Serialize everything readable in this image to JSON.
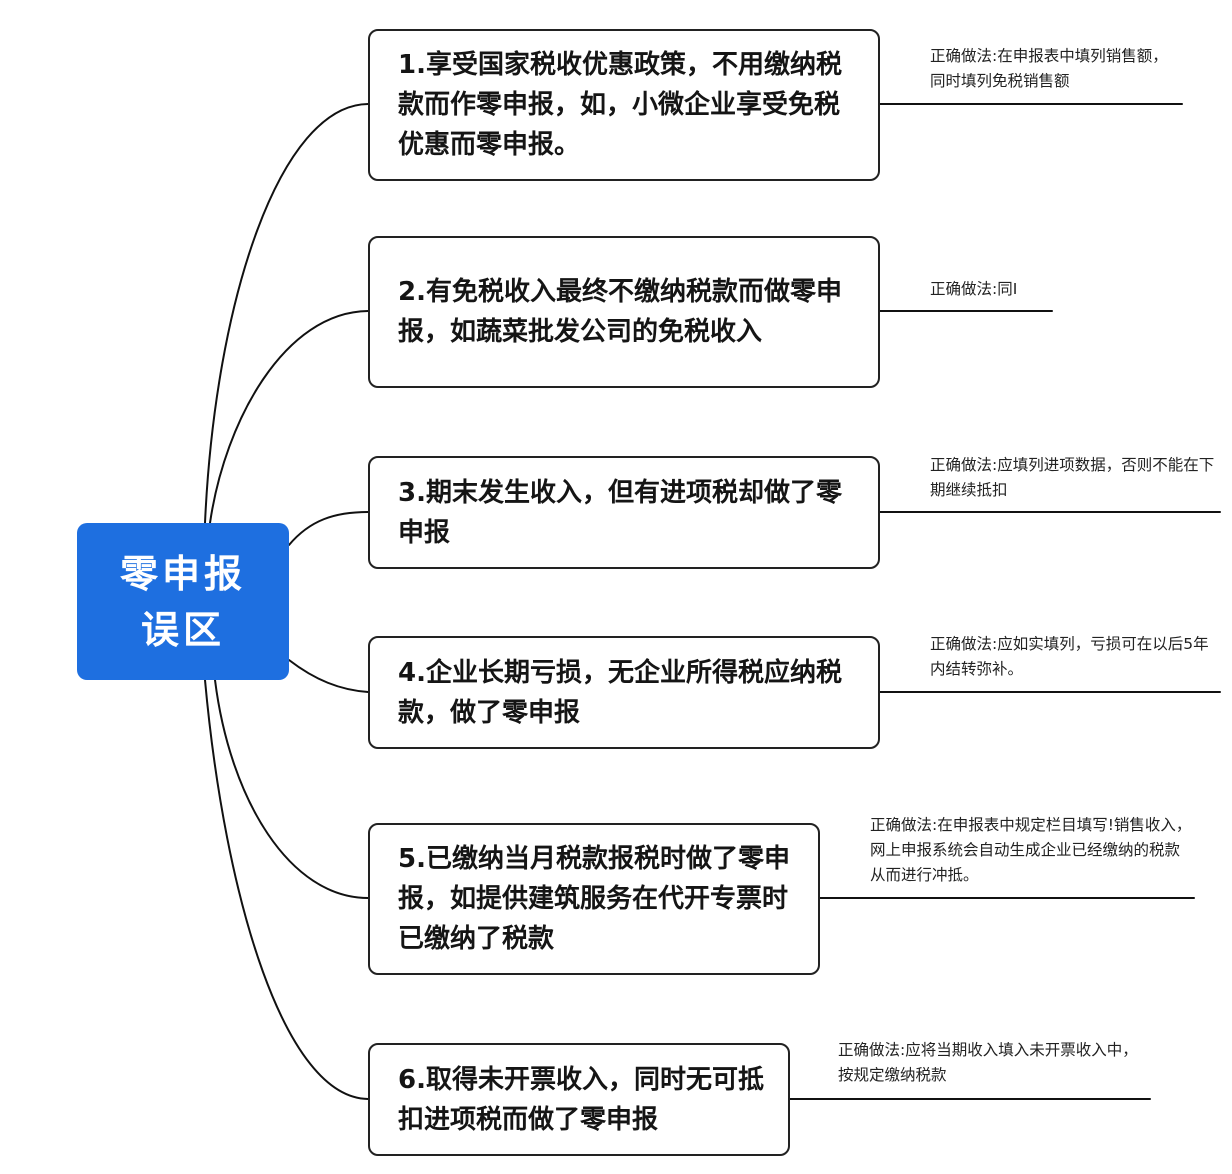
{
  "root": {
    "line1": "零申报",
    "line2": "误区"
  },
  "items": [
    {
      "text": "1.享受国家税收优惠政策，不用缴纳税款而作零申报，如，小微企业享受免税优惠而零申报。",
      "note": "正确做法:在申报表中填列销售额，同时填列免税销售额"
    },
    {
      "text": "2.有免税收入最终不缴纳税款而做零申报，如蔬菜批发公司的免税收入",
      "note": "正确做法:同I"
    },
    {
      "text": "3.期末发生收入，但有进项税却做了零申报",
      "note": "正确做法:应填列进项数据，否则不能在下期继续抵扣"
    },
    {
      "text": "4.企业长期亏损，无企业所得税应纳税款，做了零申报",
      "note": "正确做法:应如实填列，亏损可在以后5年内结转弥补。"
    },
    {
      "text": "5.已缴纳当月税款报税时做了零申报，如提供建筑服务在代开专票时已缴纳了税款",
      "note": "正确做法:在申报表中规定栏目填写!销售收入，网上申报系统会自动生成企业已经缴纳的税款从而进行冲抵。"
    },
    {
      "text": "6.取得未开票收入，同时无可抵扣进项税而做了零申报",
      "note": "正确做法:应将当期收入填入未开票收入中，按规定缴纳税款"
    }
  ],
  "colors": {
    "root_fill": "#1e6fe0",
    "root_text": "#ffffff",
    "border": "#222222",
    "line": "#111111"
  }
}
